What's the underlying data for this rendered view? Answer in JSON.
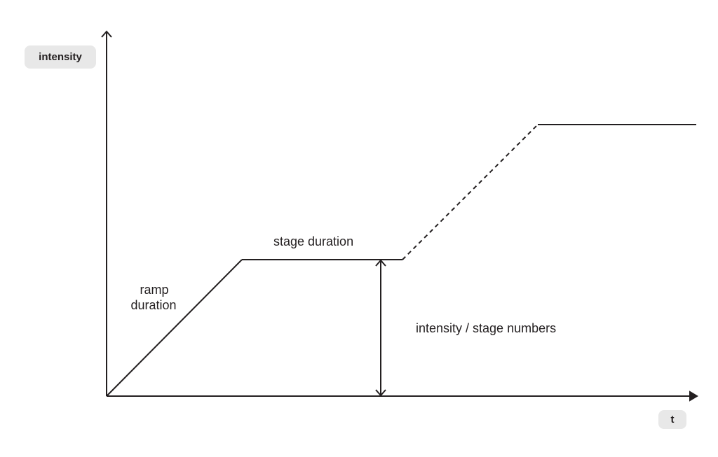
{
  "axes": {
    "y_label": "intensity",
    "x_label": "t"
  },
  "annotations": {
    "ramp": [
      "ramp",
      "duration"
    ],
    "stage": "stage duration",
    "intensity": "intensity / stage numbers"
  },
  "colors": {
    "line": "#231f20",
    "badge": "#e8e8e8"
  }
}
